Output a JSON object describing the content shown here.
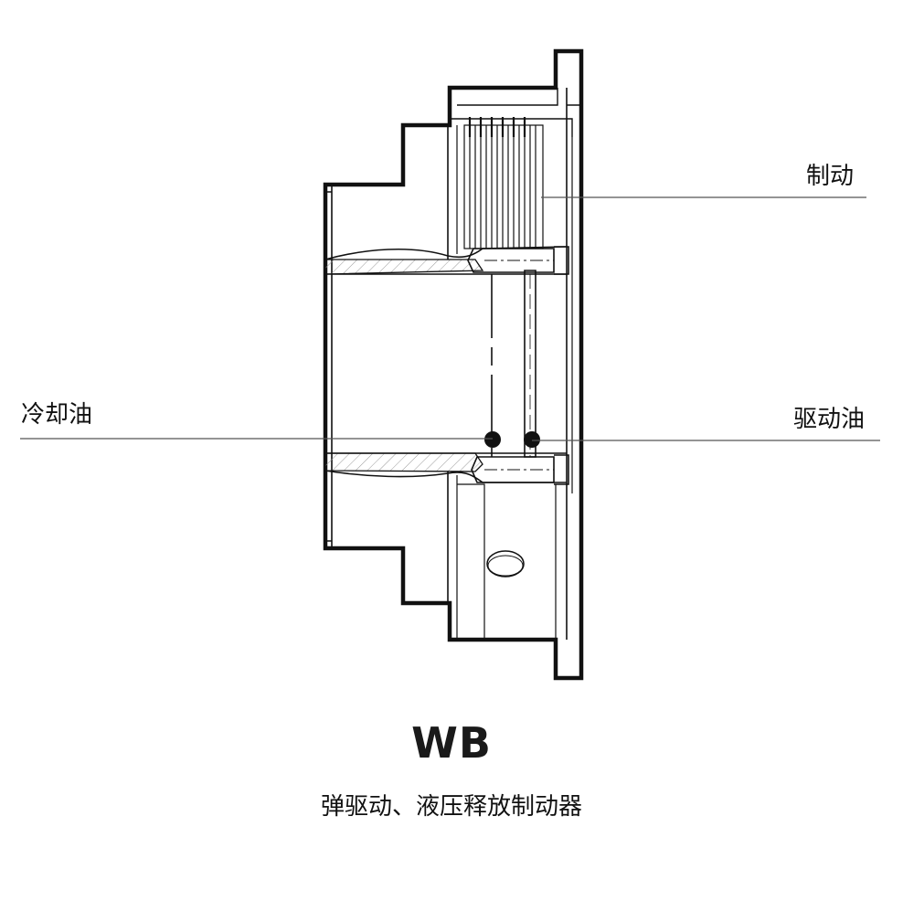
{
  "labels": {
    "brake": "制动",
    "cooling_oil": "冷却油",
    "drive_oil": "驱动油"
  },
  "title": {
    "model": "WB",
    "description": "弹驱动、液压释放制动器"
  },
  "colors": {
    "line": "#111111",
    "leader": "#555555",
    "hatch": "#999999",
    "background": "#ffffff"
  }
}
